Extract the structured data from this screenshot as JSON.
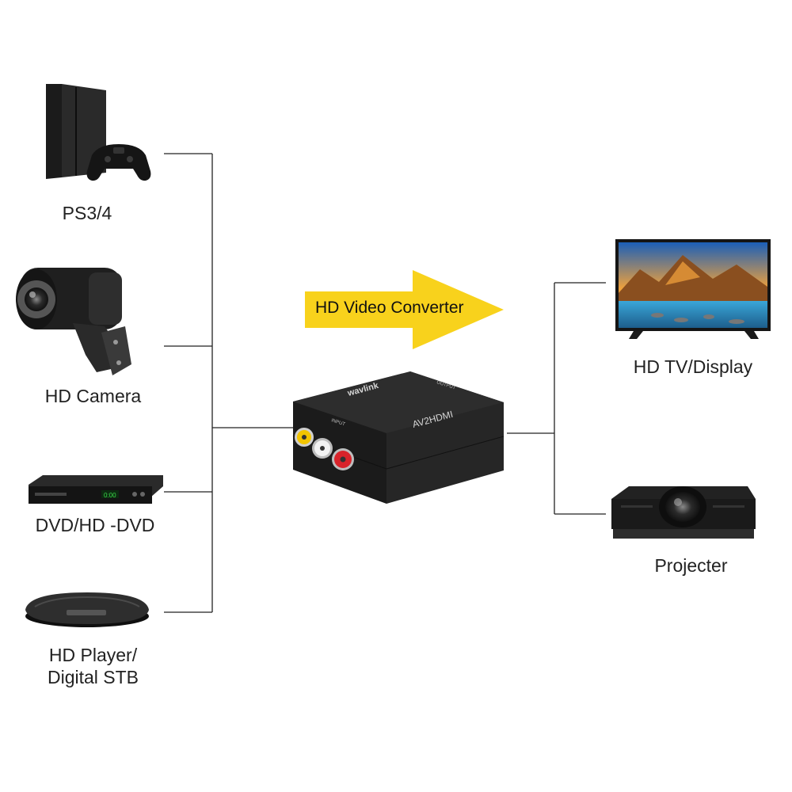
{
  "converter": {
    "title": "HD Video Converter",
    "brand": "wavlink",
    "model": "AV2HDMI",
    "input_label": "INPUT",
    "output_label": "OUTPUT"
  },
  "sources": [
    {
      "label": "PS3/4",
      "icon": "game-console-icon"
    },
    {
      "label": "HD Camera",
      "icon": "security-camera-icon"
    },
    {
      "label": "DVD/HD -DVD",
      "icon": "dvd-player-icon"
    },
    {
      "label": "HD Player/\nDigital STB",
      "icon": "set-top-box-icon"
    }
  ],
  "outputs": [
    {
      "label": "HD TV/Display",
      "icon": "tv-icon"
    },
    {
      "label": "Projecter",
      "icon": "projector-icon"
    }
  ],
  "colors": {
    "arrow": "#f8d21c",
    "lines": "#222222",
    "device": "#1c1c1c"
  }
}
